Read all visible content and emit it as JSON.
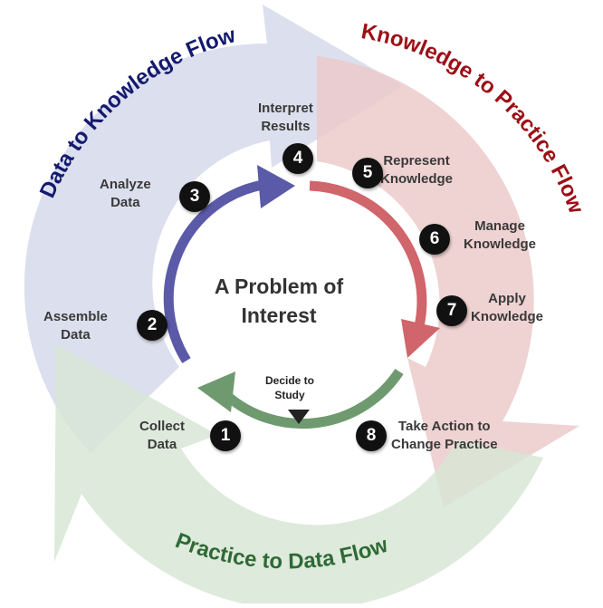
{
  "flows": {
    "data_to_knowledge": {
      "label": "Data to Knowledge Flow",
      "color": "#141a6e",
      "fill": "#d6d9ea"
    },
    "knowledge_to_practice": {
      "label": "Knowledge to Practice Flow",
      "color": "#9c0f16",
      "fill": "#eccaca"
    },
    "practice_to_data": {
      "label": "Practice to Data Flow",
      "color": "#2f6a35",
      "fill": "#d8e6d6"
    }
  },
  "center": {
    "line1": "A Problem of",
    "line2": "Interest"
  },
  "decide": {
    "line1": "Decide to",
    "line2": "Study"
  },
  "steps": [
    {
      "number": "1",
      "line1": "Collect",
      "line2": "Data"
    },
    {
      "number": "2",
      "line1": "Assemble",
      "line2": "Data"
    },
    {
      "number": "3",
      "line1": "Analyze",
      "line2": "Data"
    },
    {
      "number": "4",
      "line1": "Interpret",
      "line2": "Results"
    },
    {
      "number": "5",
      "line1": "Represent",
      "line2": "Knowledge"
    },
    {
      "number": "6",
      "line1": "Manage",
      "line2": "Knowledge"
    },
    {
      "number": "7",
      "line1": "Apply",
      "line2": "Knowledge"
    },
    {
      "number": "8",
      "line1": "Take Action to",
      "line2": "Change Practice"
    }
  ],
  "colors": {
    "inner_blue": "#5a5aa8",
    "inner_red": "#d0656b",
    "inner_green": "#6f9a6f",
    "badge": "#111111",
    "label_text": "#3a3a3a"
  }
}
